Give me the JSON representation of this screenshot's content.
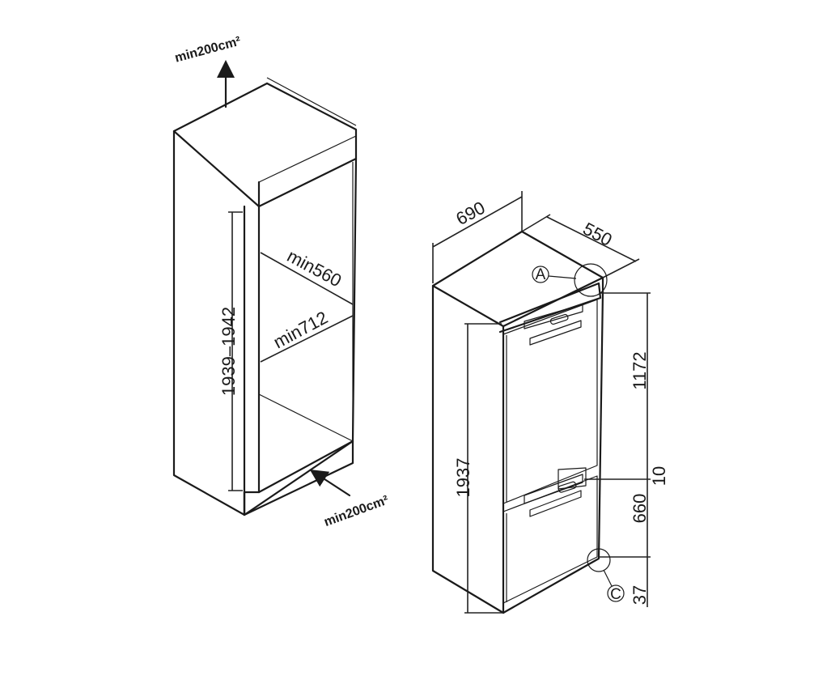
{
  "cabinet": {
    "top_vent_label": "min200cm²",
    "bottom_vent_label": "min200cm²",
    "height_label": "1939–1942",
    "width_label": "min560",
    "depth_label": "min712"
  },
  "fridge": {
    "width_label": "690",
    "depth_label": "550",
    "height_label": "1937",
    "upper_door_label": "1172",
    "gap_label": "10",
    "lower_door_label": "660",
    "bottom_label": "37",
    "callout_a": "A",
    "callout_c": "C"
  }
}
